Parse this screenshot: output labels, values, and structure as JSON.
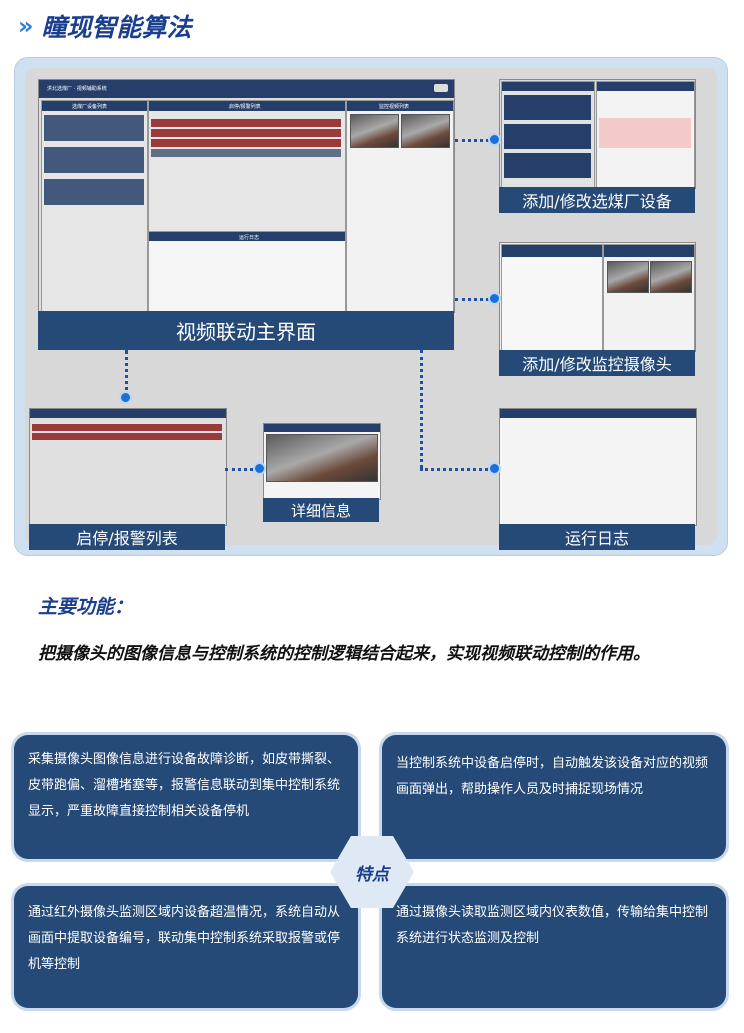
{
  "header": {
    "chevron": "»",
    "title": "瞳现智能算法"
  },
  "diagram": {
    "main_caption": "视频联动主界面",
    "add_plant_caption": "添加/修改选煤厂设备",
    "add_camera_caption": "添加/修改监控摄像头",
    "alarm_list_caption": "启停/报警列表",
    "detail_caption": "详细信息",
    "log_caption": "运行日志",
    "main_screen": {
      "app_title": "洪北选煤厂 · 视频辅助系统",
      "pane_left_title": "选煤厂设备列表",
      "pane_mid_title": "启停/报警列表",
      "pane_right_title": "监控视频列表",
      "log_title": "运行日志"
    }
  },
  "features": {
    "heading": "主要功能：",
    "description": "把摄像头的图像信息与控制系统的控制逻辑结合起来，实现视频联动控制的作用。",
    "badge": "特点",
    "cards": [
      "采集摄像头图像信息进行设备故障诊断，如皮带撕裂、皮带跑偏、溜槽堵塞等，报警信息联动到集中控制系统显示，严重故障直接控制相关设备停机",
      "当控制系统中设备启停时，自动触发该设备对应的视频画面弹出，帮助操作人员及时捕捉现场情况",
      "通过红外摄像头监测区域内设备超温情况，系统自动从画面中提取设备编号，联动集中控制系统采取报警或停机等控制",
      "通过摄像头读取监测区域内仪表数值，传输给集中控制系统进行状态监测及控制"
    ]
  },
  "colors": {
    "navy": "#264a78",
    "title_blue": "#1b3f8f",
    "accent": "#2a7fd6",
    "alarm_red": "#9b3a3a"
  }
}
